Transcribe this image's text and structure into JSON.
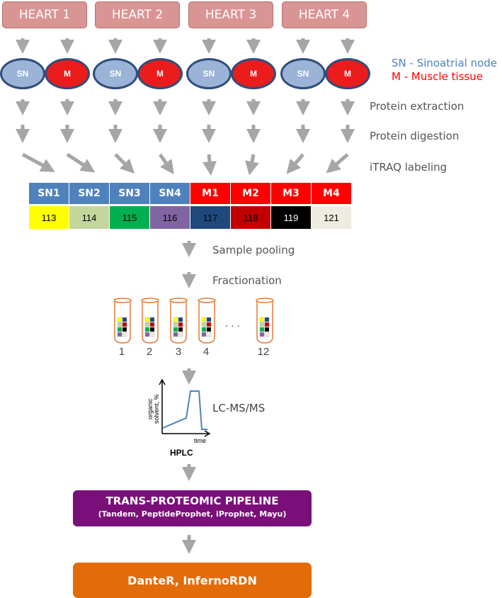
{
  "hearts": [
    "HEART 1",
    "HEART 2",
    "HEART 3",
    "HEART 4"
  ],
  "tissue_labels": {
    "sn": "SN",
    "m": "M"
  },
  "legend": {
    "sn": "SN - Sinoatrial node",
    "m": "M - Muscle tissue",
    "sn_color": "#4f81bd",
    "m_color": "#ff0000"
  },
  "steps": {
    "extraction": "Protein extraction",
    "digestion": "Protein digestion",
    "labeling": "iTRAQ labeling",
    "pooling": "Sample pooling",
    "fractionation": "Fractionation",
    "lcms": "LC-MS/MS"
  },
  "samples": [
    "SN1",
    "SN2",
    "SN3",
    "SN4",
    "M1",
    "M2",
    "M3",
    "M4"
  ],
  "tags": [
    "113",
    "114",
    "115",
    "116",
    "117",
    "118",
    "119",
    "121"
  ],
  "tag_colors": [
    "#ffff00",
    "#c3d69b",
    "#00b050",
    "#8064a2",
    "#1f497d",
    "#c00000",
    "#000000",
    "#eeece1"
  ],
  "fractions": {
    "labels": [
      "1",
      "2",
      "3",
      "4",
      "12"
    ],
    "ellipsis": ". . ."
  },
  "hplc": {
    "ylabel_line1": "organic",
    "ylabel_line2": "solvent, %",
    "xlabel": "time",
    "caption": "HPLC"
  },
  "pipeline": {
    "title": "TRANS-PROTEOMIC PIPELINE",
    "subtitle": "(Tandem, PeptideProphet, iProphet, Mayu)"
  },
  "final": "DanteR, InfernoRDN"
}
